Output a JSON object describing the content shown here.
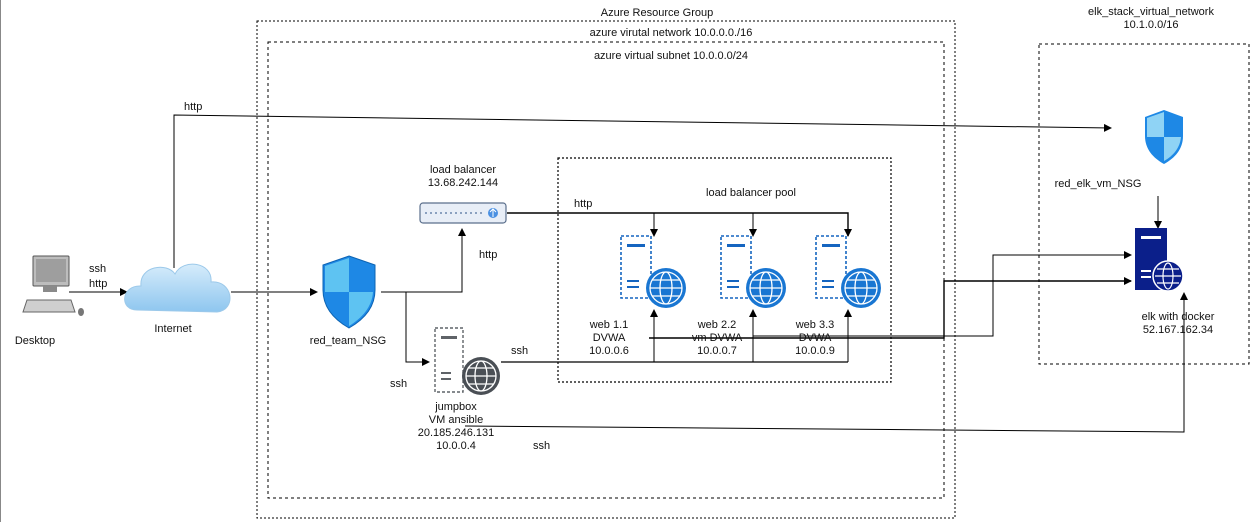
{
  "groups": {
    "resource_group": "Azure Resource Group",
    "vnet": "azure virutal network 10.0.0.0./16",
    "subnet": "azure virtual subnet 10.0.0.0/24",
    "lb_pool": "load balancer pool",
    "elk_vnet_line1": "elk_stack_virtual_network",
    "elk_vnet_line2": "10.1.0.0/16"
  },
  "nodes": {
    "desktop": "Desktop",
    "internet": "Internet",
    "red_team_nsg": "red_team_NSG",
    "load_balancer": {
      "line1": "load balancer",
      "line2": "13.68.242.144"
    },
    "jumpbox": {
      "line1": "jumpbox",
      "line2": "VM ansible",
      "line3": "20.185.246.131",
      "line4": "10.0.0.4"
    },
    "web1": {
      "line1": "web 1.1",
      "line2": "DVWA",
      "line3": "10.0.0.6"
    },
    "web2": {
      "line1": "web 2.2",
      "line2": "vm DVWA",
      "line3": "10.0.0.7"
    },
    "web3": {
      "line1": "web 3.3",
      "line2": "DVWA",
      "line3": "10.0.0.9"
    },
    "elk_nsg": "red_elk_vm_NSG",
    "elk": {
      "line1": "elk with docker",
      "line2": "52.167.162.34"
    }
  },
  "edge_labels": {
    "desktop_ssh": "ssh",
    "desktop_http": "http",
    "top_http": "http",
    "lb_http": "http",
    "pool_http": "http",
    "jumpbox_ssh": "ssh",
    "nsg_ssh": "ssh",
    "bottom_ssh": "ssh"
  },
  "colors": {
    "nsg_blue": "#1e88e5",
    "nsg_light": "#5ec3f2",
    "server_blue": "#1565c0",
    "globe_blue": "#1976d2",
    "jumpbox_gray": "#5f6368",
    "elk_navy": "#0b1f8a",
    "cloud_blue": "#a8d4f5"
  }
}
